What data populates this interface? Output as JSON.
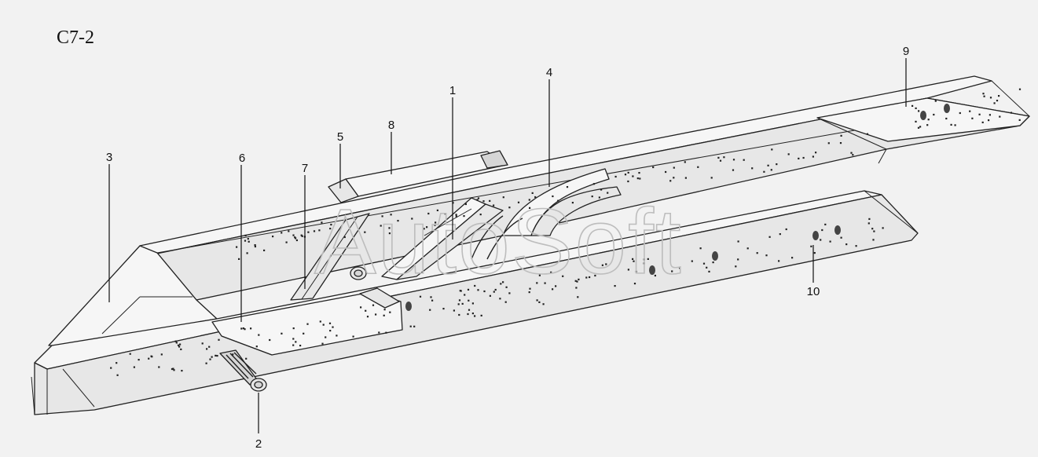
{
  "figure_id": "C7-2",
  "watermark": "AutoSoft",
  "callouts": [
    "1",
    "2",
    "3",
    "4",
    "5",
    "6",
    "7",
    "8",
    "9",
    "10"
  ]
}
